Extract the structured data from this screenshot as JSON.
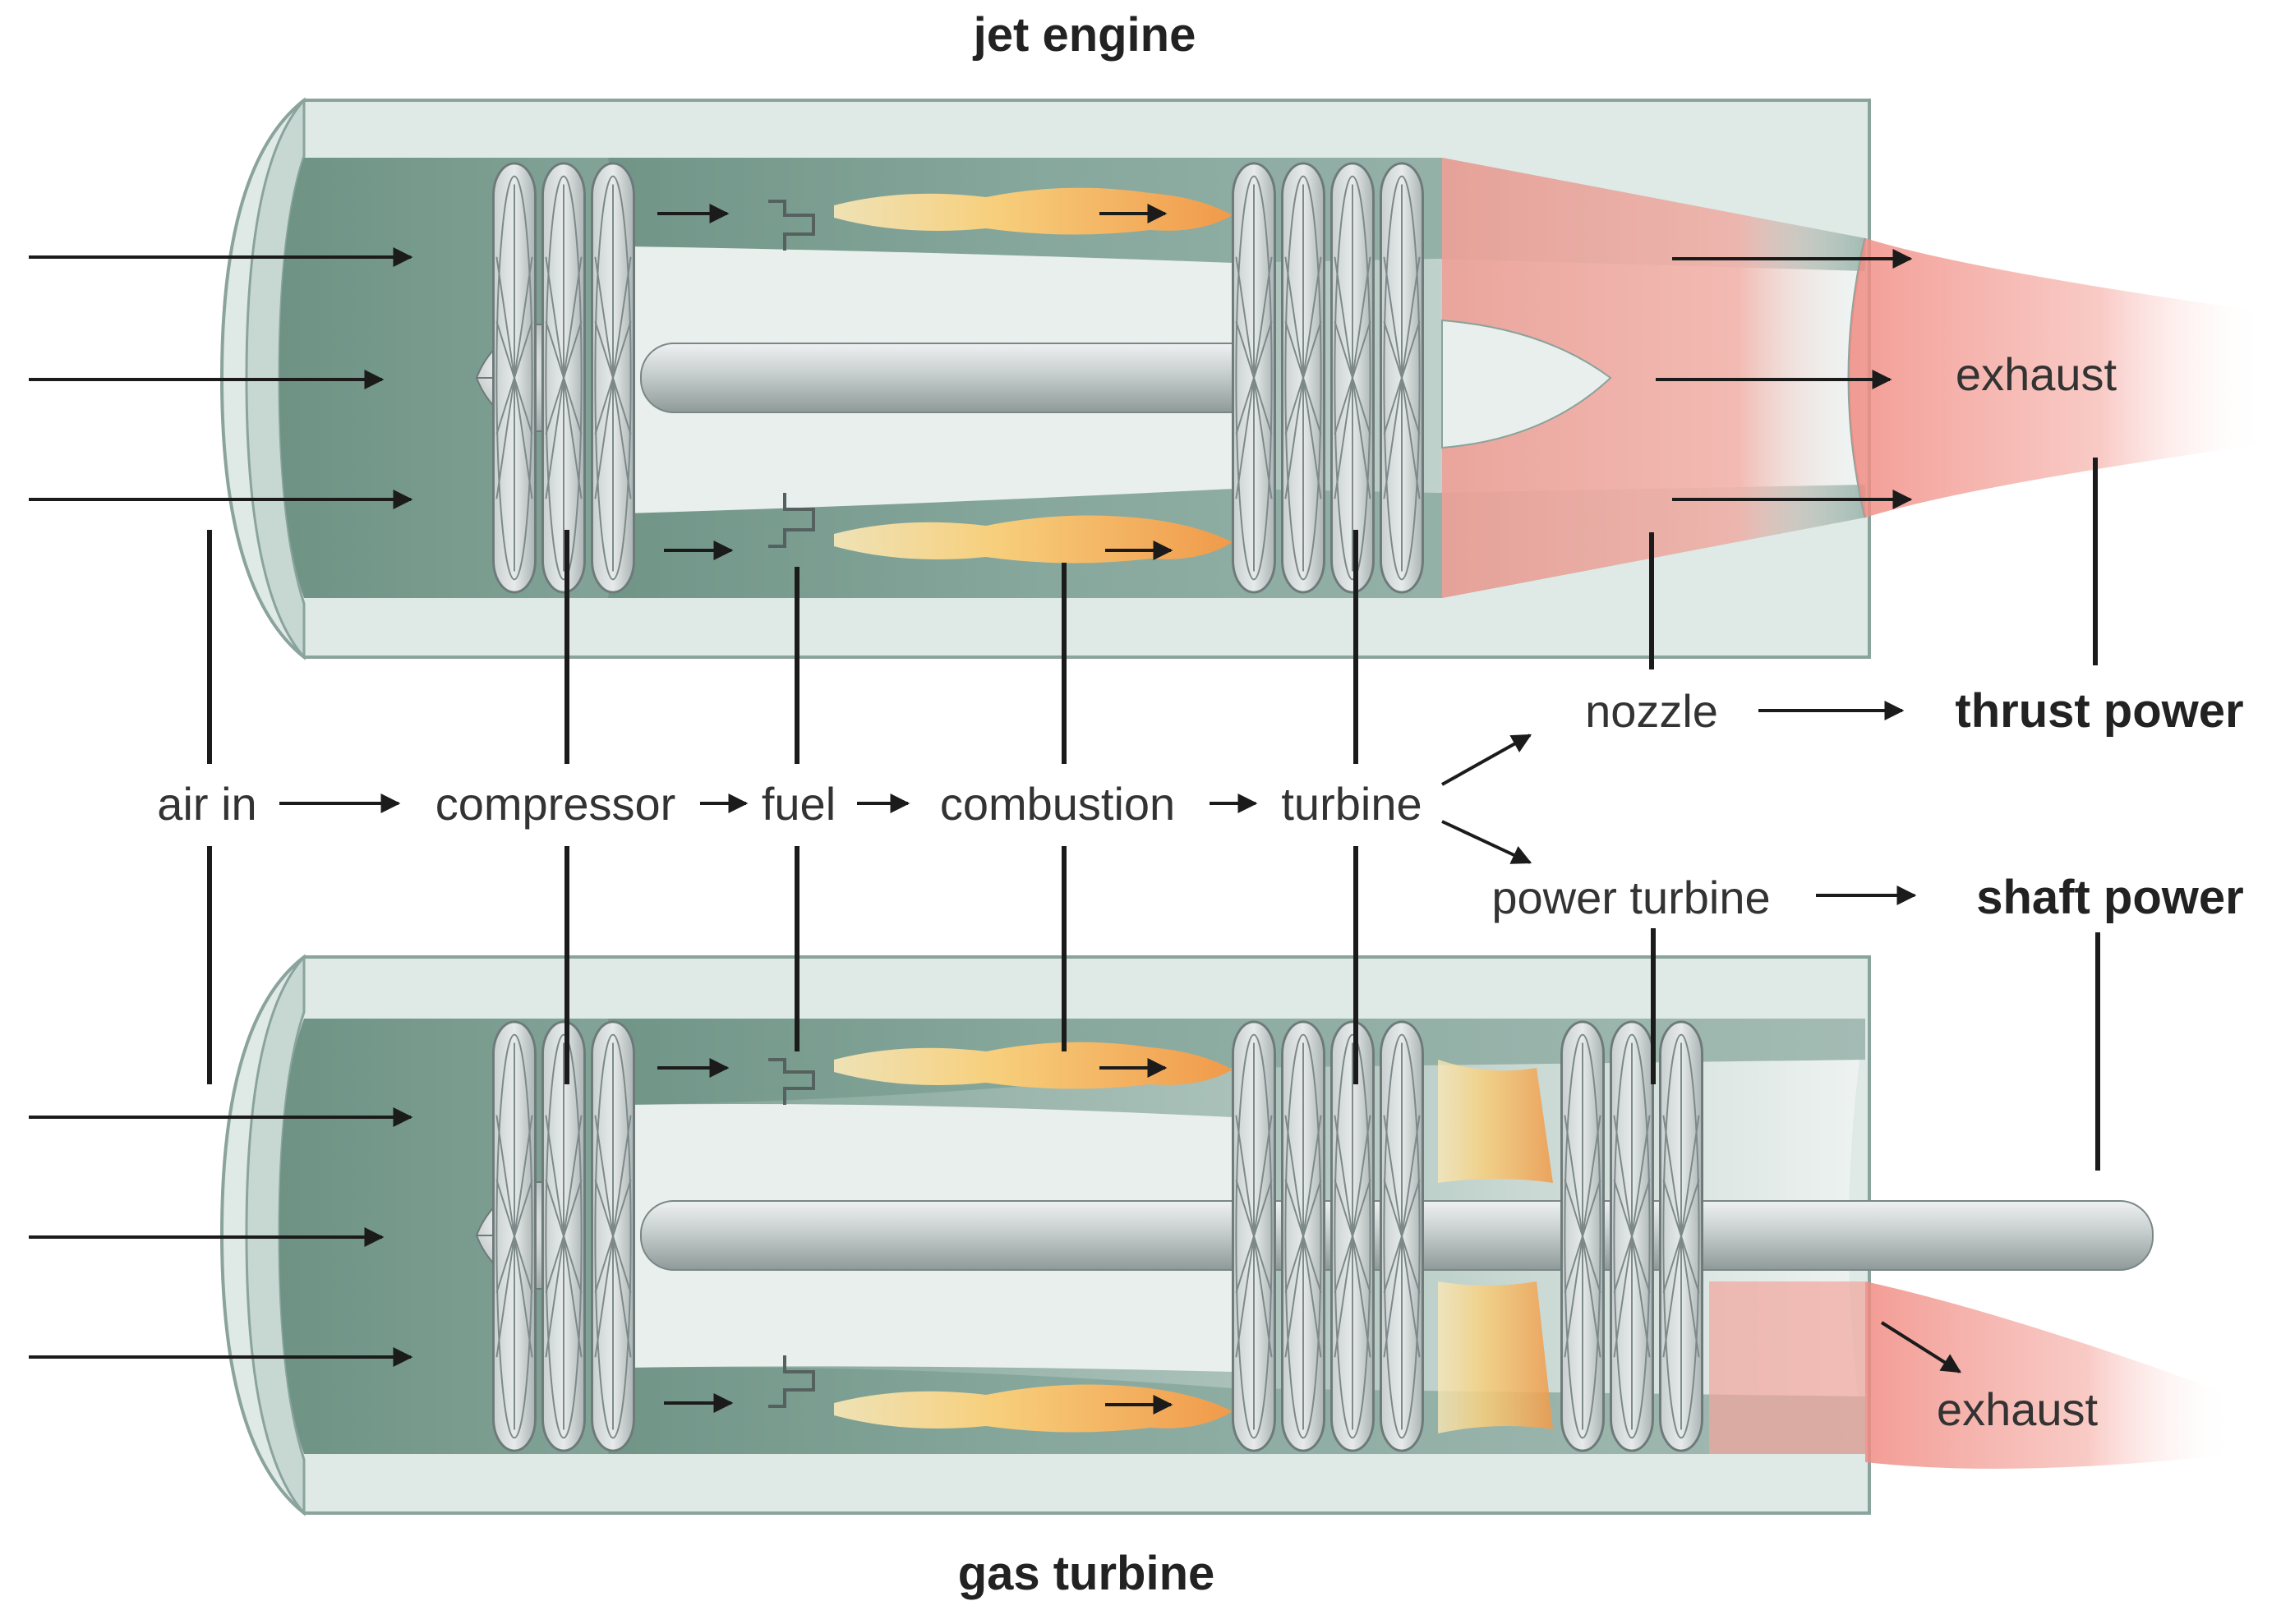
{
  "titles": {
    "top": "jet engine",
    "bottom": "gas turbine"
  },
  "flow": {
    "air_in": "air in",
    "compressor": "compressor",
    "fuel": "fuel",
    "combustion": "combustion",
    "turbine": "turbine",
    "nozzle": "nozzle",
    "power_turbine": "power turbine"
  },
  "outputs": {
    "thrust_power": "thrust power",
    "shaft_power": "shaft power"
  },
  "exhaust": {
    "top": "exhaust",
    "bottom": "exhaust"
  },
  "colors": {
    "casing": "#dfe9e6",
    "casing_edge": "#8aa39c",
    "core_green": "#7d9e93",
    "core_light": "#e7eeec",
    "flame_orange": "#f2a04a",
    "flame_yellow": "#f6d27a",
    "exhaust_red": "#f08f86",
    "shaft": "#c9d1d0",
    "line": "#1b1b1b"
  }
}
